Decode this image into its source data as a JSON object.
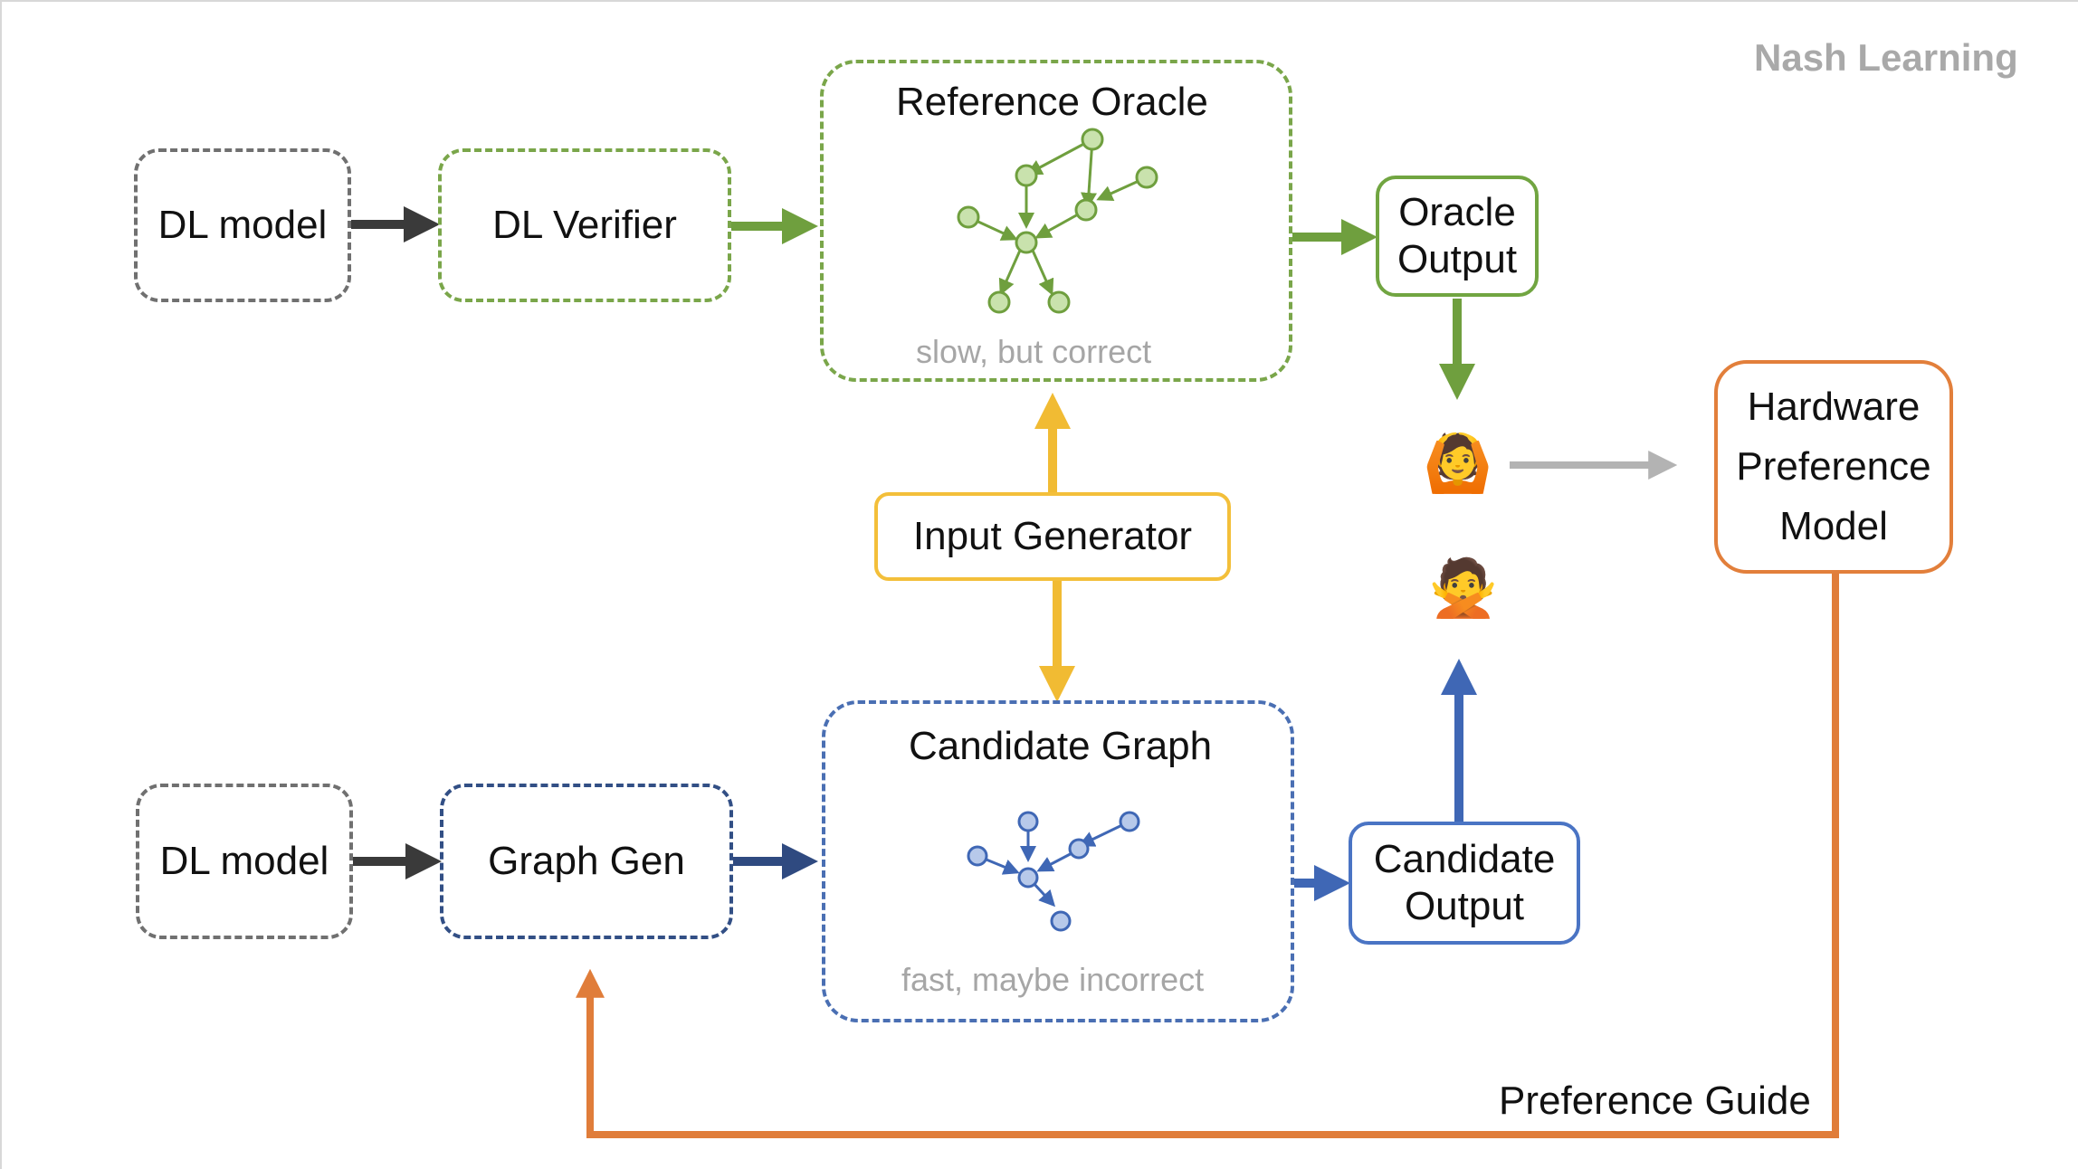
{
  "brand": "Nash Learning",
  "oracle_path": {
    "dl_model": "DL model",
    "verifier": "DL Verifier",
    "reference_oracle": {
      "title": "Reference Oracle",
      "note": "slow, but correct"
    },
    "output": [
      "Oracle",
      "Output"
    ]
  },
  "candidate_path": {
    "dl_model": "DL model",
    "graph_gen": "Graph Gen",
    "candidate_graph": {
      "title": "Candidate Graph",
      "note": "fast, maybe incorrect"
    },
    "output": [
      "Candidate",
      "Output"
    ]
  },
  "input_generator": "Input Generator",
  "verdict": {
    "accept_emoji": "🙆",
    "reject_emoji": "🙅"
  },
  "preference_model": [
    "Hardware",
    "Preference",
    "Model"
  ],
  "feedback_label": "Preference Guide",
  "colors": {
    "green": "#6f9f3e",
    "blue": "#3f67b5",
    "navy": "#2f4a80",
    "yellow": "#f1bb33",
    "orange": "#e07d3a",
    "dark": "#3a3a3a",
    "gray": "#b3b3b3"
  }
}
